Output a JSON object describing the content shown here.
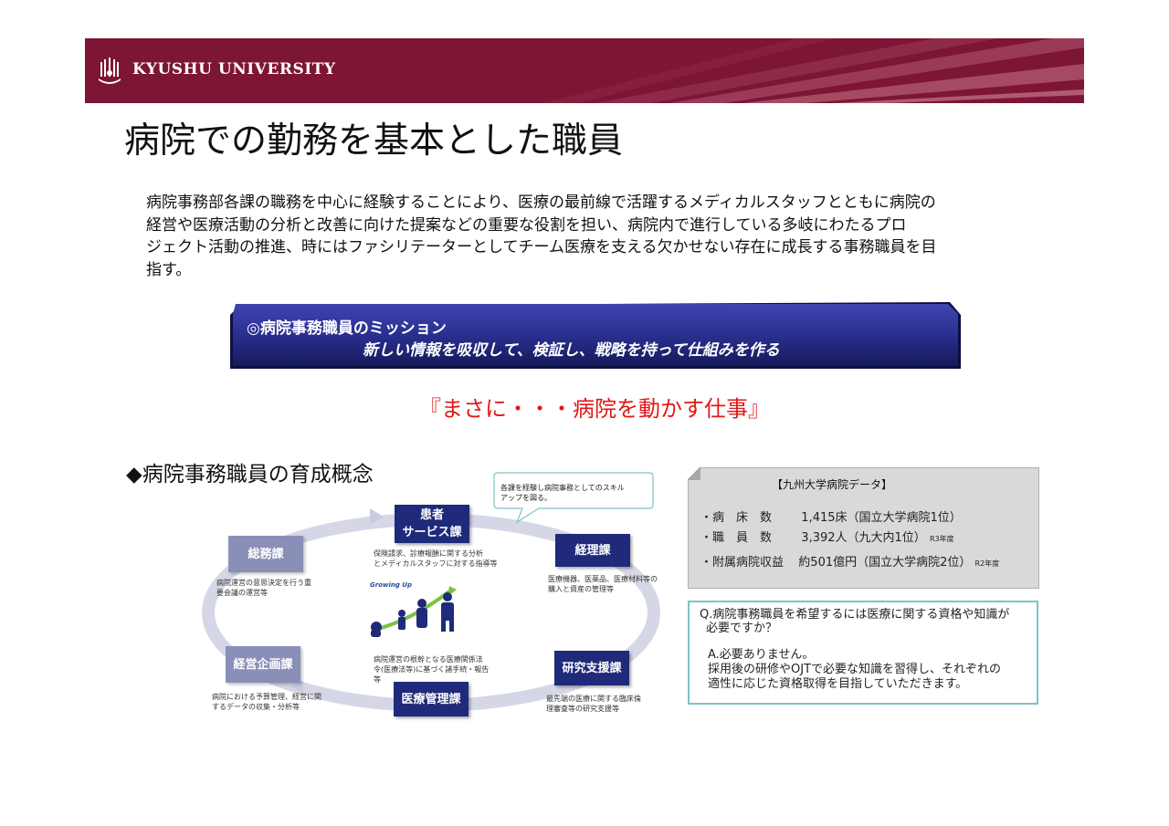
{
  "header": {
    "university_name": "KYUSHU UNIVERSITY",
    "logo_icon": "kyushu-university-emblem",
    "band_color": "#7d1534"
  },
  "page": {
    "title": "病院での勤務を基本とした職員",
    "intro_lines": [
      "病院事務部各課の職務を中心に経験することにより、医療の最前線で活躍するメディカルスタッフとともに病院の",
      "経営や医療活動の分析と改善に向けた提案などの重要な役割を担い、病院内で進行している多岐にわたるプロ",
      "ジェクト活動の推進、時にはファシリテーターとしてチーム医療を支える欠かせない存在に成長する事務職員を目",
      "指す。"
    ]
  },
  "mission": {
    "heading": "◎病院事務職員のミッション",
    "statement": "新しい情報を吸収して、検証し、戦略を持って仕組みを作る",
    "banner_color": "#2a2f8f"
  },
  "tagline": {
    "text": "『まさに・・・病院を動かす仕事』",
    "color": "#e01818"
  },
  "concept": {
    "heading": "◆病院事務職員の育成概念",
    "bubble_lines": [
      "各課を経験し病院事務としてのスキル",
      "アップを図る。"
    ],
    "growing_label": "Growing Up",
    "departments": [
      {
        "id": "patient",
        "label_lines": [
          "患者",
          "サービス課"
        ],
        "desc_lines": [
          "保険請求、診療報酬に関する分析",
          "とメディカルスタッフに対する指導等"
        ]
      },
      {
        "id": "accounting",
        "label_lines": [
          "経理課"
        ],
        "desc_lines": [
          "医療機器、医薬品、医療材料等の",
          "購入と資産の管理等"
        ]
      },
      {
        "id": "research",
        "label_lines": [
          "研究支援課"
        ],
        "desc_lines": [
          "最先端の医療に関する臨床倫",
          "理審査等の研究支援等"
        ]
      },
      {
        "id": "medical",
        "label_lines": [
          "医療管理課"
        ],
        "desc_lines": [
          "病院運営の根幹となる医療関係法",
          "令(医療法等)に基づく諸手続・報告",
          "等"
        ]
      },
      {
        "id": "planning",
        "label_lines": [
          "経営企画課"
        ],
        "desc_lines": [
          "病院における予算管理、経営に関",
          "するデータの収集・分析等"
        ]
      },
      {
        "id": "general",
        "label_lines": [
          "総務課"
        ],
        "desc_lines": [
          "病院運営の意思決定を行う重",
          "要会議の運営等"
        ]
      }
    ]
  },
  "hospital_data": {
    "title": "【九州大学病院データ】",
    "rows": [
      {
        "label": "・病　床　数",
        "value": "1,415床（国立大学病院1位）",
        "note": ""
      },
      {
        "label": "・職　員　数",
        "value": "3,392人（九大内1位）",
        "note": "R3年度"
      },
      {
        "label": "・附属病院収益",
        "value": "約501億円（国立大学病院2位）",
        "note": "R2年度"
      }
    ]
  },
  "qa": {
    "question_lines": [
      "Q.病院事務職員を希望するには医療に関する資格や知識が",
      "必要ですか？"
    ],
    "answer_lines": [
      "A.必要ありません。",
      "採用後の研修やOJTで必要な知識を習得し、それぞれの",
      "適性に応じた資格取得を目指していただきます。"
    ],
    "border_color": "#7fc3c6"
  }
}
